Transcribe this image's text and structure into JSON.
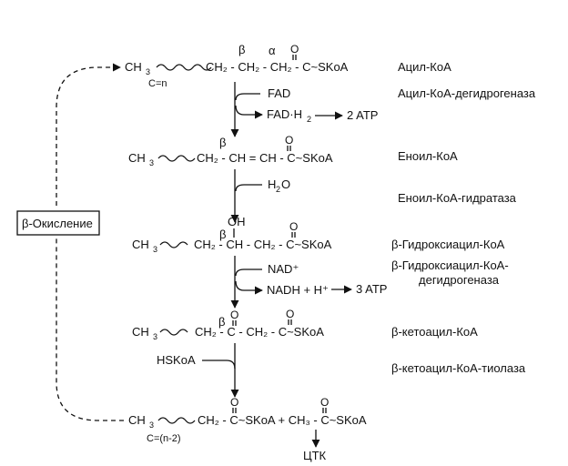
{
  "formulas": {
    "acyl_coa": {
      "ch3": "CH",
      "ch3_sub": "3",
      "backbone": "CH₂ - CH₂ - CH₂ - C~SKoA",
      "o": "O",
      "beta": "β",
      "alpha": "α",
      "chain_length": "C=n"
    },
    "enoyl_coa": {
      "ch3": "CH",
      "ch3_sub": "3",
      "backbone": "CH₂ - CH = CH - C~SKoA",
      "o": "O",
      "beta": "β"
    },
    "hydroxyacyl_coa": {
      "ch3": "CH",
      "ch3_sub": "3",
      "backbone": "CH₂ - CH - CH₂ - C~SKoA",
      "oh": "OH",
      "o": "O",
      "beta": "β"
    },
    "ketoacyl_coa": {
      "ch3": "CH",
      "ch3_sub": "3",
      "backbone": "CH₂ - C - CH₂ - C~SKoA",
      "o_keto": "O",
      "o": "O",
      "beta": "β"
    },
    "products": {
      "ch3": "CH",
      "ch3_sub": "3",
      "left": "CH₂ - C~SKoA + CH₃ - C~SKoA",
      "o1": "O",
      "o2": "O",
      "chain_length": "C=(n-2)",
      "tca": "ЦТК"
    }
  },
  "cofactors": {
    "fad": "FAD",
    "fadh2": "FAD·H",
    "fadh2_sub": "2",
    "atp2": "2 ATP",
    "water": "H",
    "water_sub": "2",
    "water_o": "O",
    "nad": "NAD⁺",
    "nadh": "NADH + H⁺",
    "atp3": "3 ATP",
    "hskoa": "HSKoA"
  },
  "labels": {
    "acyl_coa": "Ацил-КоА",
    "acyl_dehydrogenase": "Ацил-КоА-дегидрогеназа",
    "enoyl_coa": "Еноил-КоА",
    "enoyl_hydratase": "Еноил-КоА-гидратаза",
    "hydroxyacyl_coa": "β-Гидроксиацил-КоА",
    "hydroxyacyl_dehydrogenase_1": "β-Гидроксиацил-КоА-",
    "hydroxyacyl_dehydrogenase_2": "дегидрогеназа",
    "ketoacyl_coa": "β-кетоацил-КоА",
    "thiolase": "β-кетоацил-КоА-тиолаза"
  },
  "cycle_label": "β-Окисление"
}
